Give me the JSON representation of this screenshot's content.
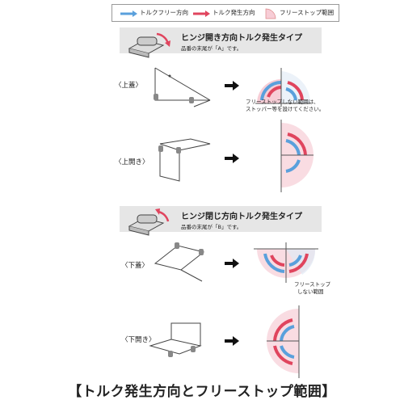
{
  "legend": {
    "free_direction": "トルクフリー方向",
    "torque_direction": "トルク発生方向",
    "free_stop_range": "フリーストップ範囲"
  },
  "section_a": {
    "title": "ヒンジ開き方向トルク発生タイプ",
    "subtitle": "品番の末尾が「A」です。",
    "cases": [
      {
        "label": "〈上蓋〉"
      },
      {
        "label": "〈上開き〉"
      }
    ],
    "note": [
      "フリーストップしない範囲は、",
      "ストッパー等を設けてください。"
    ]
  },
  "section_b": {
    "title": "ヒンジ閉じ方向トルク発生タイプ",
    "subtitle": "品番の末尾が「B」です。",
    "cases": [
      {
        "label": "〈下蓋〉"
      },
      {
        "label": "〈下開き〉"
      }
    ],
    "note": [
      "フリーストップ",
      "しない範囲"
    ]
  },
  "footer": "【トルク発生方向とフリーストップ範囲】",
  "colors": {
    "free": "#5aa0dc",
    "torque": "#e0455e",
    "range": "#f7cdd6",
    "header_bg": "#e6e6e6"
  }
}
